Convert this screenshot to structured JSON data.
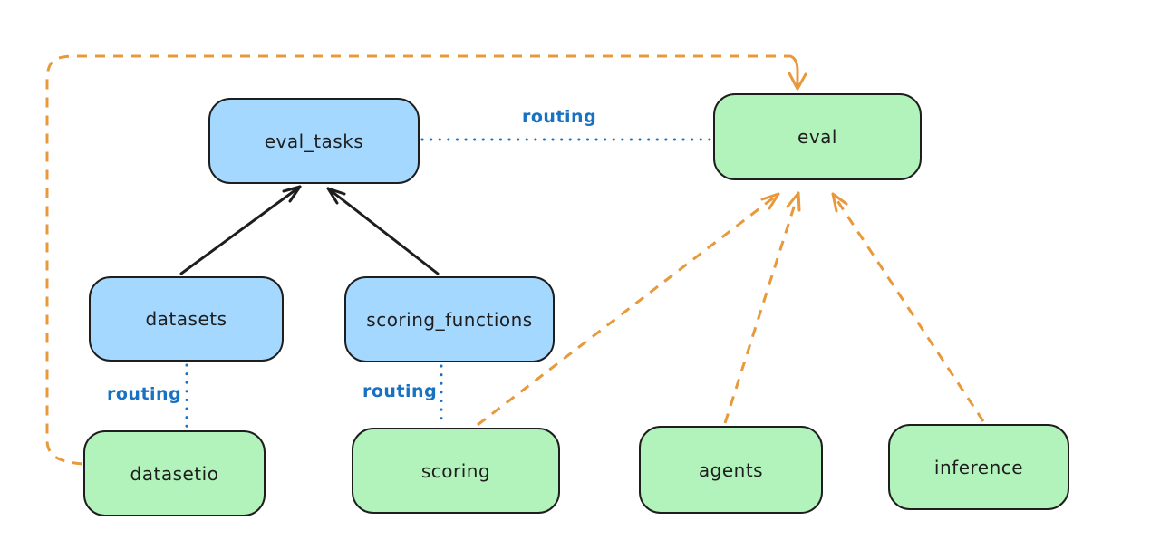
{
  "diagram": {
    "colors": {
      "background": "#ffffff",
      "registry_fill": "#a5d8ff",
      "provider_fill": "#b2f2bb",
      "node_stroke": "#1e1e1e",
      "text": "#1e1e1e",
      "routing_line": "#1971c2",
      "impl_line": "#e8993c",
      "relation_line": "#1e1e1e"
    },
    "nodes": {
      "eval_tasks": {
        "label": "eval_tasks",
        "kind": "registry"
      },
      "eval": {
        "label": "eval",
        "kind": "provider-api"
      },
      "datasets": {
        "label": "datasets",
        "kind": "registry"
      },
      "scoring_functions": {
        "label": "scoring_functions",
        "kind": "registry"
      },
      "datasetio": {
        "label": "datasetio",
        "kind": "provider-api"
      },
      "scoring": {
        "label": "scoring",
        "kind": "provider-api"
      },
      "agents": {
        "label": "agents",
        "kind": "provider-api"
      },
      "inference": {
        "label": "inference",
        "kind": "provider-api"
      }
    },
    "edge_labels": [
      {
        "text": "routing"
      },
      {
        "text": "routing"
      },
      {
        "text": "routing"
      }
    ],
    "edges": [
      {
        "from": "datasets",
        "to": "eval_tasks",
        "style": "solid",
        "arrow": true
      },
      {
        "from": "scoring_functions",
        "to": "eval_tasks",
        "style": "solid",
        "arrow": true
      },
      {
        "from": "eval_tasks",
        "to": "eval",
        "style": "dotted",
        "arrow": false,
        "label": "routing"
      },
      {
        "from": "datasets",
        "to": "datasetio",
        "style": "dotted",
        "arrow": false,
        "label": "routing"
      },
      {
        "from": "scoring_functions",
        "to": "scoring",
        "style": "dotted",
        "arrow": false,
        "label": "routing"
      },
      {
        "from": "datasetio",
        "to": "eval",
        "style": "dashed",
        "arrow": true,
        "route": "around-left-and-top"
      },
      {
        "from": "scoring",
        "to": "eval",
        "style": "dashed",
        "arrow": true
      },
      {
        "from": "agents",
        "to": "eval",
        "style": "dashed",
        "arrow": true
      },
      {
        "from": "inference",
        "to": "eval",
        "style": "dashed",
        "arrow": true
      }
    ]
  }
}
